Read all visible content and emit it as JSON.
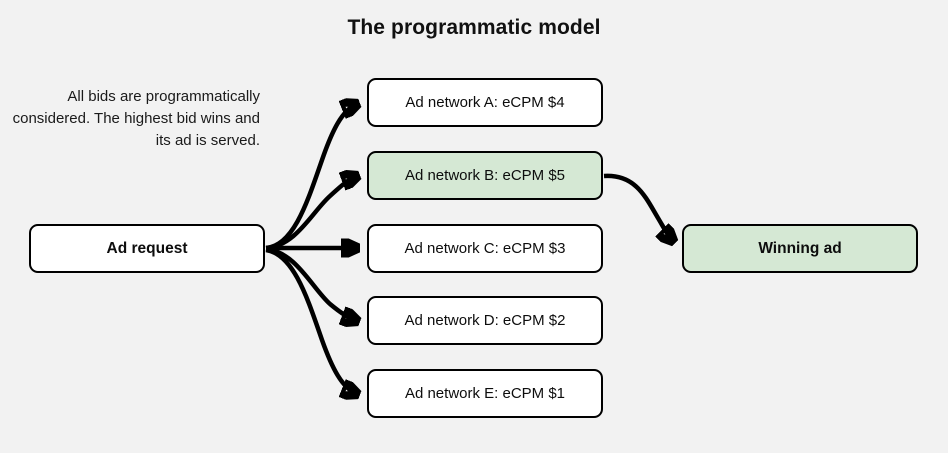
{
  "title": "The programmatic model",
  "caption": "All bids are programmatically considered. The highest bid wins and its ad is served.",
  "colors": {
    "background": "#f2f2f2",
    "node_fill": "#ffffff",
    "highlight_fill": "#d5e8d4",
    "stroke": "#000000",
    "text": "#111111"
  },
  "nodes": {
    "ad_request": "Ad request",
    "network_a": "Ad network A: eCPM $4",
    "network_b": "Ad network B: eCPM $5",
    "network_c": "Ad network C: eCPM $3",
    "network_d": "Ad network D: eCPM $2",
    "network_e": "Ad network E: eCPM $1",
    "winning_ad": "Winning ad"
  },
  "edges": [
    {
      "from": "ad_request",
      "to": "network_a",
      "style": "curved-arrow"
    },
    {
      "from": "ad_request",
      "to": "network_b",
      "style": "curved-arrow"
    },
    {
      "from": "ad_request",
      "to": "network_c",
      "style": "straight-arrow"
    },
    {
      "from": "ad_request",
      "to": "network_d",
      "style": "curved-arrow"
    },
    {
      "from": "ad_request",
      "to": "network_e",
      "style": "curved-arrow"
    },
    {
      "from": "network_b",
      "to": "winning_ad",
      "style": "curved-arrow"
    }
  ]
}
